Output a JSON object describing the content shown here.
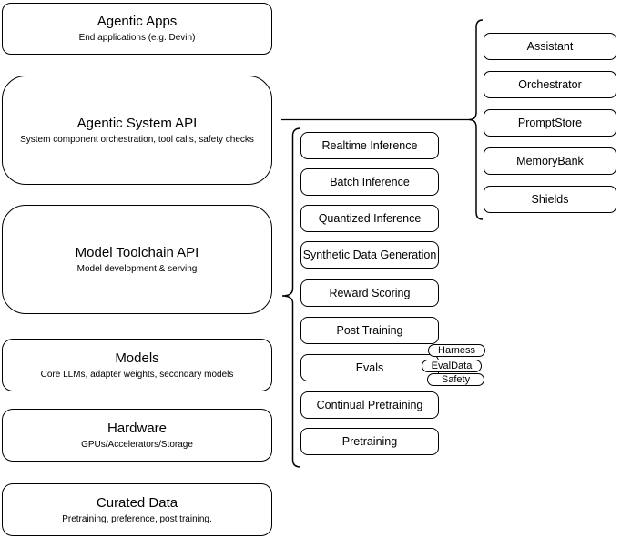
{
  "left_stack": [
    {
      "title": "Agentic Apps",
      "subtitle": "End applications (e.g. Devin)"
    },
    {
      "title": "Agentic System API",
      "subtitle": "System component orchestration, tool calls, safety checks"
    },
    {
      "title": "Model Toolchain API",
      "subtitle": "Model development & serving"
    },
    {
      "title": "Models",
      "subtitle": "Core LLMs, adapter weights, secondary models"
    },
    {
      "title": "Hardware",
      "subtitle": "GPUs/Accelerators/Storage"
    },
    {
      "title": "Curated Data",
      "subtitle": "Pretraining, preference, post training."
    }
  ],
  "toolchain_stack": [
    "Realtime Inference",
    "Batch Inference",
    "Quantized Inference",
    "Synthetic Data Generation",
    "Reward Scoring",
    "Post Training",
    "Evals",
    "Continual Pretraining",
    "Pretraining"
  ],
  "evals_tags": [
    "Harness",
    "EvalData",
    "Safety"
  ],
  "system_stack": [
    "Assistant",
    "Orchestrator",
    "PromptStore",
    "MemoryBank",
    "Shields"
  ],
  "colors": {
    "stroke": "#000000",
    "fill": "#ffffff",
    "background": "#ffffff"
  }
}
